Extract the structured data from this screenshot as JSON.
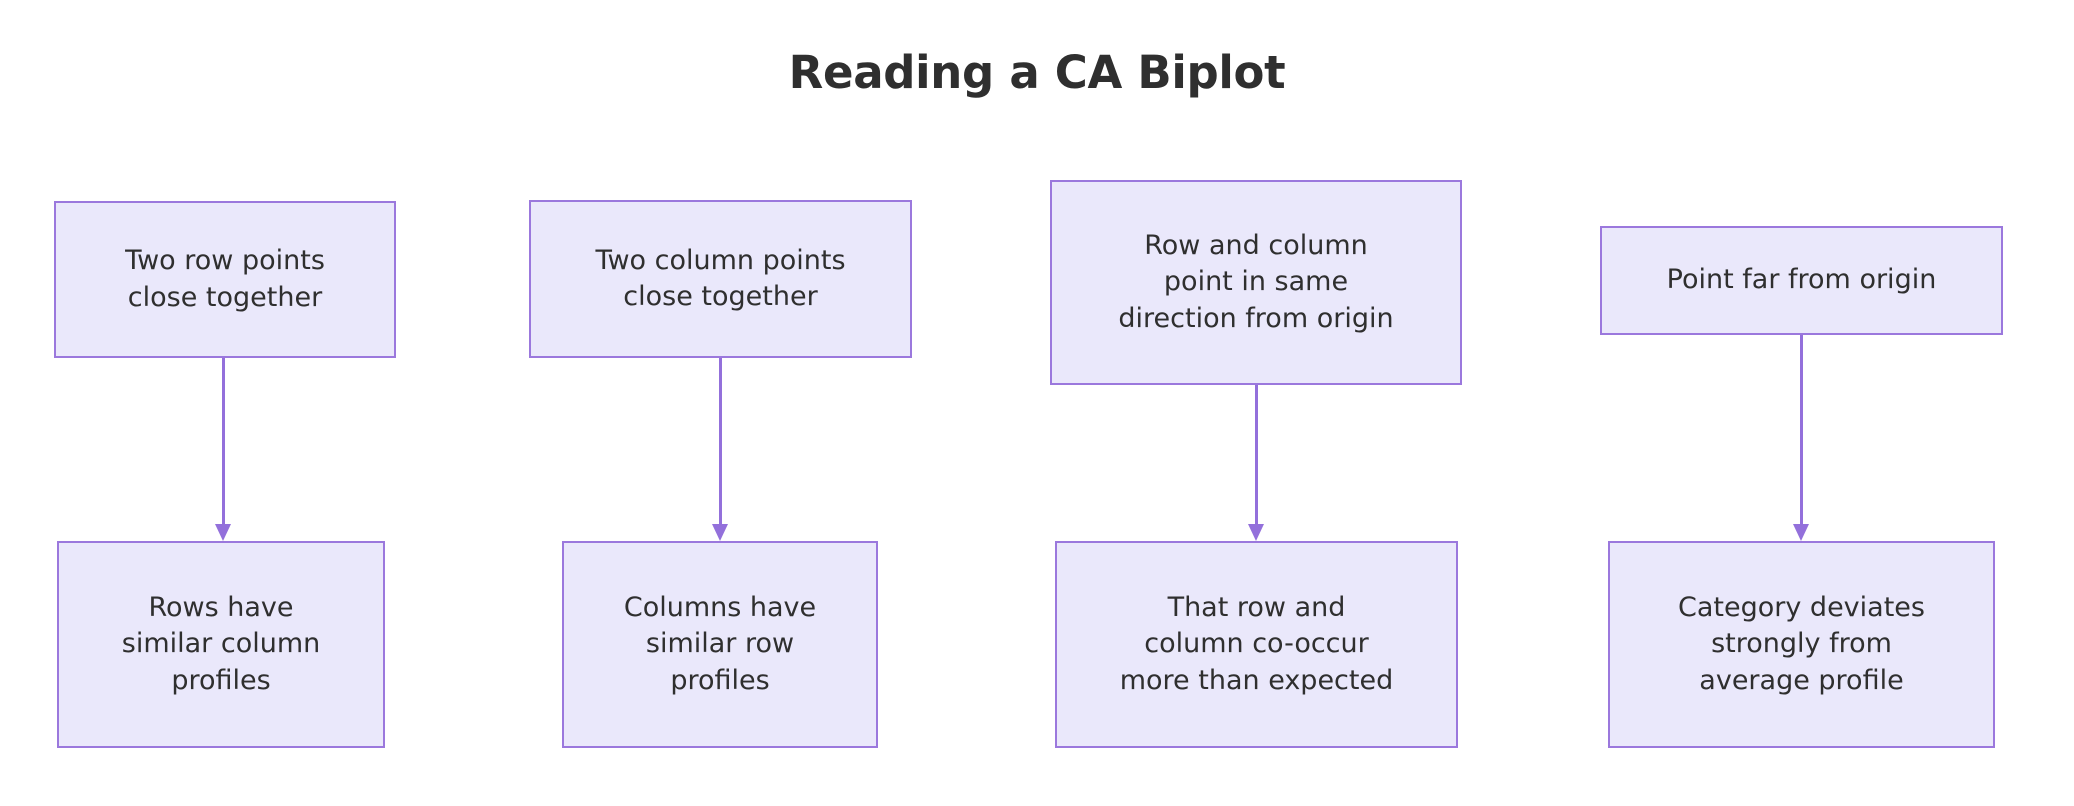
{
  "page": {
    "title": "Reading a CA Biplot",
    "background_color": "#ffffff",
    "title_color": "#2f2f2f"
  },
  "theme": {
    "node_fill": "#eae8fb",
    "node_border": "#9b78dd",
    "connector_color": "#9370db",
    "node_text_color": "#2f2f2f"
  },
  "flow": {
    "columns": [
      {
        "id": "c1",
        "condition": "Two row points\nclose together",
        "conclusion": "Rows have\nsimilar column\nprofiles",
        "connector": "down-arrow"
      },
      {
        "id": "c2",
        "condition": "Two column points\nclose together",
        "conclusion": "Columns have\nsimilar row\nprofiles",
        "connector": "down-arrow"
      },
      {
        "id": "c3",
        "condition": "Row and column\npoint in same\ndirection from origin",
        "conclusion": "That row and\ncolumn co-occur\nmore than expected",
        "connector": "down-arrow"
      },
      {
        "id": "c4",
        "condition": "Point far from origin",
        "conclusion": "Category deviates\nstrongly from\naverage profile",
        "connector": "down-arrow"
      }
    ]
  }
}
